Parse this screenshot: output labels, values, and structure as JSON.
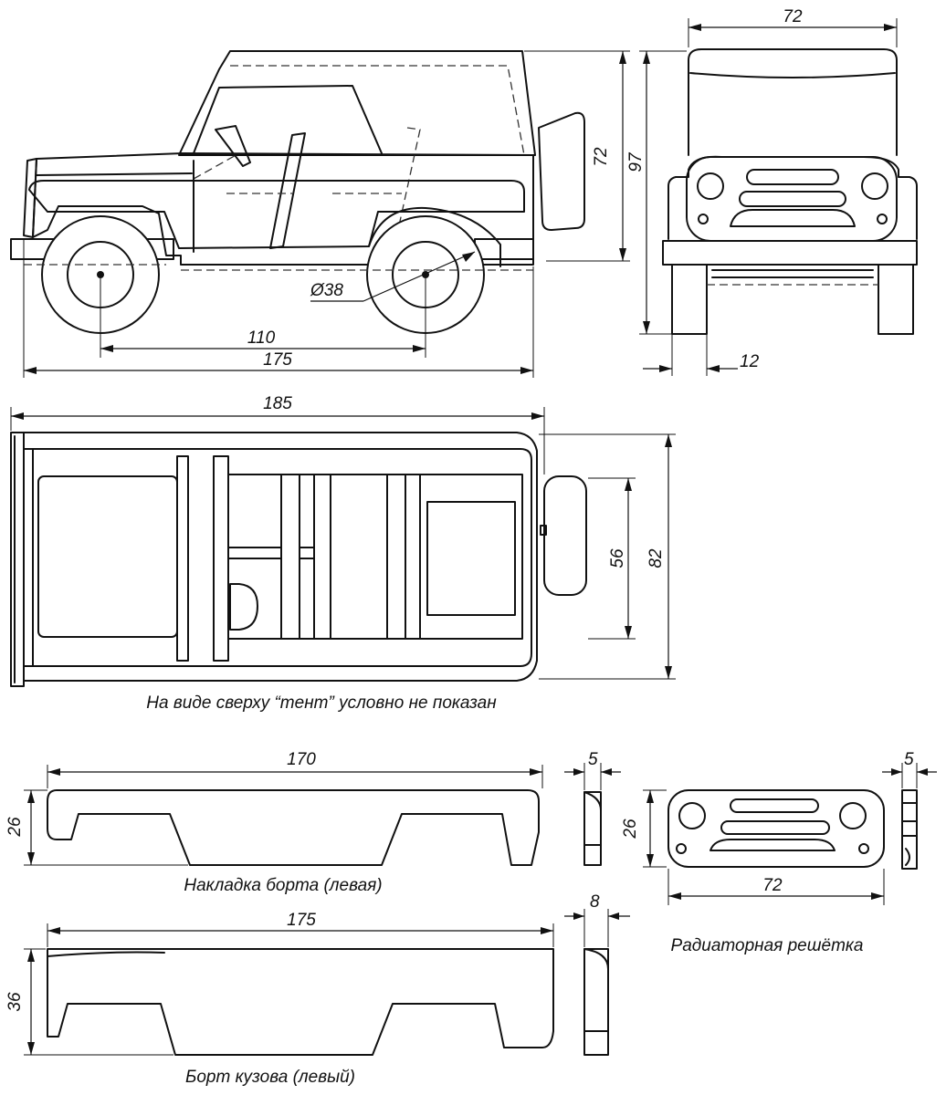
{
  "side_view": {
    "dim_wheel_diameter": "Ø38",
    "dim_wheelbase": "110",
    "dim_length": "175",
    "dim_body_height": "72"
  },
  "front_view": {
    "dim_width": "72",
    "dim_total_height": "97",
    "dim_wheel_width": "12"
  },
  "top_view": {
    "dim_overall_length": "185",
    "dim_inner_width": "56",
    "dim_overall_width": "82",
    "caption": "На виде сверху “тент” условно не показан"
  },
  "side_overlay_part": {
    "dim_length": "170",
    "dim_height": "26",
    "dim_thickness": "5",
    "caption": "Накладка борта (левая)"
  },
  "radiator_grille_part": {
    "dim_height": "26",
    "dim_width": "72",
    "dim_thickness": "5",
    "caption": "Радиаторная решётка"
  },
  "body_side_part": {
    "dim_length": "175",
    "dim_height": "36",
    "dim_thickness": "8",
    "caption": "Борт кузова (левый)"
  }
}
